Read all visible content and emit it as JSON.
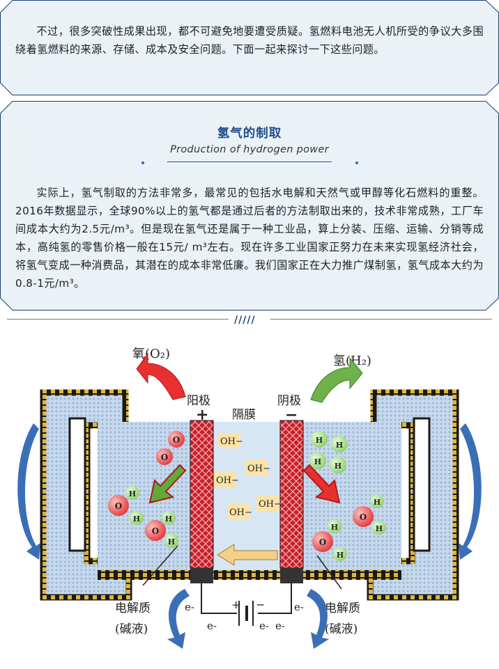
{
  "intro": {
    "paragraph": "不过，很多突破性成果出现，都不可避免地要遭受质疑。氢燃料电池无人机所受的争议大多围绕着氢燃料的来源、存储、成本及安全问题。下面一起来探讨一下这些问题。"
  },
  "section": {
    "title": "氢气的制取",
    "subtitle": "Production of hydrogen power",
    "paragraph": "实际上，氢气制取的方法非常多，最常见的包括水电解和天然气或甲醇等化石燃料的重整。2016年数据显示，全球90%以上的氢气都是通过后者的方法制取出来的，技术非常成熟，工厂车间成本大约为2.5元/m³。但是现在氢气还是属于一种工业品，算上分装、压缩、运输、分销等成本，高纯氢的零售价格一般在15元/ m³左右。现在许多工业国家正努力在未来实现氢经济社会，将氢气变成一种消费品，其潜在的成本非常低廉。我们国家正在大力推广煤制氢，氢气成本大约为0.8-1元/m³。"
  },
  "divider": {
    "mark": "/////"
  },
  "figure": {
    "oxygen_label": "氧(O₂)",
    "hydrogen_label": "氢(H₂)",
    "anode_label": "阳极",
    "membrane_label": "隔膜",
    "cathode_label": "阴极",
    "plus": "+",
    "minus": "−",
    "oh": "OH−",
    "o": "O",
    "h": "H",
    "electron": "e-",
    "electrolyte_left_1": "电解质",
    "electrolyte_left_2": "(碱液)",
    "electrolyte_right_1": "电解质",
    "electrolyte_right_2": "(碱液)",
    "battery_plus": "+",
    "battery_minus": "−"
  },
  "colors": {
    "card_bg": "#eaf2f8",
    "card_border": "#1c3f6e",
    "title": "#1c4e8a",
    "electrode": "#c8202a",
    "liquid": "#b8cfe6"
  }
}
